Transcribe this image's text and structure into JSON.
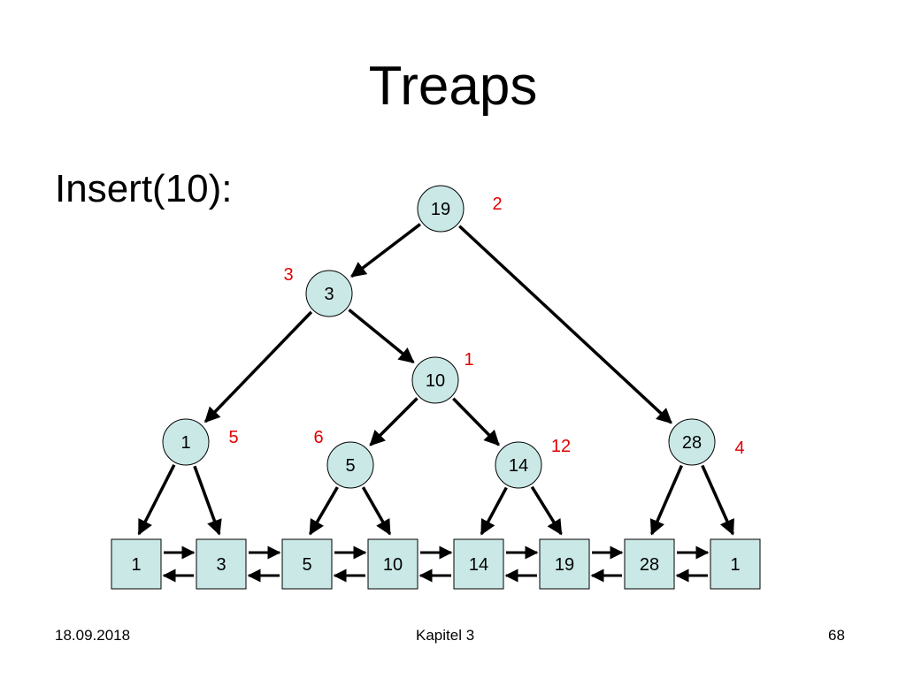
{
  "slide": {
    "title": "Treaps",
    "subtitle": "Insert(10):"
  },
  "tree": {
    "nodes": [
      {
        "id": "19",
        "key": "19",
        "priority": "2"
      },
      {
        "id": "3",
        "key": "3",
        "priority": "3"
      },
      {
        "id": "10",
        "key": "10",
        "priority": "1"
      },
      {
        "id": "1",
        "key": "1",
        "priority": "5"
      },
      {
        "id": "5",
        "key": "5",
        "priority": "6"
      },
      {
        "id": "14",
        "key": "14",
        "priority": "12"
      },
      {
        "id": "28",
        "key": "28",
        "priority": "4"
      }
    ],
    "edges": [
      [
        "19",
        "3"
      ],
      [
        "19",
        "28"
      ],
      [
        "3",
        "1"
      ],
      [
        "3",
        "10"
      ],
      [
        "10",
        "5"
      ],
      [
        "10",
        "14"
      ],
      [
        "1",
        "leaf1"
      ],
      [
        "1",
        "leaf3"
      ],
      [
        "5",
        "leaf5"
      ],
      [
        "5",
        "leaf10"
      ],
      [
        "14",
        "leaf14"
      ],
      [
        "14",
        "leaf19"
      ],
      [
        "28",
        "leaf28"
      ],
      [
        "28",
        "leaf1b"
      ]
    ],
    "leaves": [
      {
        "id": "leaf1",
        "key": "1"
      },
      {
        "id": "leaf3",
        "key": "3"
      },
      {
        "id": "leaf5",
        "key": "5"
      },
      {
        "id": "leaf10",
        "key": "10"
      },
      {
        "id": "leaf14",
        "key": "14"
      },
      {
        "id": "leaf19",
        "key": "19"
      },
      {
        "id": "leaf28",
        "key": "28"
      },
      {
        "id": "leaf1b",
        "key": "1"
      }
    ]
  },
  "colors": {
    "node_fill": "#c9e8e6",
    "priority_text": "#e00000",
    "line": "#000000"
  },
  "footer": {
    "date": "18.09.2018",
    "chapter": "Kapitel 3",
    "page": "68"
  }
}
